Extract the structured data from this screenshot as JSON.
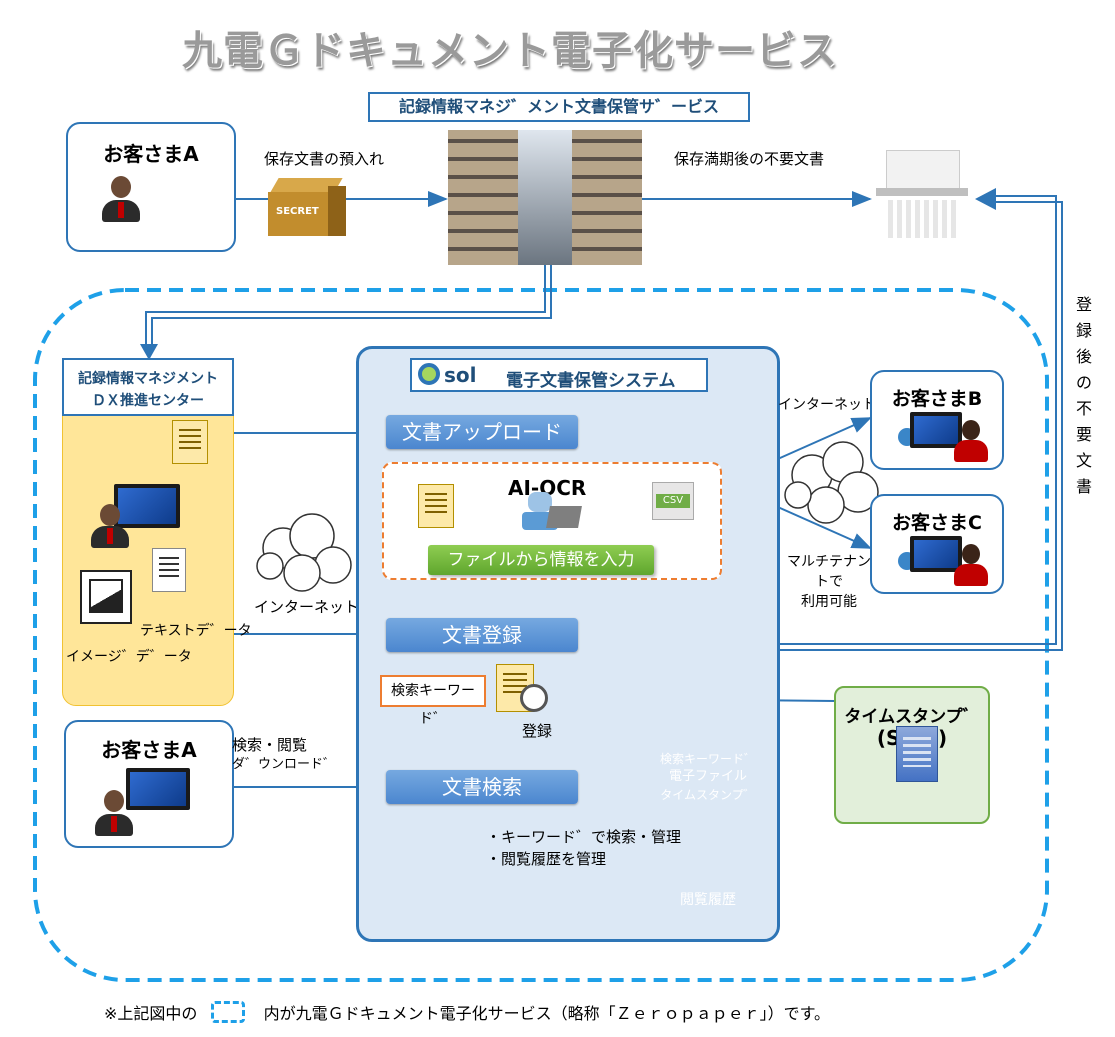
{
  "title": "九電Ｇドキュメント電子化サービス",
  "storage_service_label": "記録情報マネジ゛メント文書保管サ゛ービス",
  "customer_a_top": "お客さまA",
  "deposit_label": "保存文書の預入れ",
  "secret_label": "SECRET",
  "disposal_label": "保存満期後の不要文書",
  "vertical_label": [
    "登",
    "録",
    "後",
    "の",
    "不",
    "要",
    "文",
    "書"
  ],
  "dx_center": {
    "line1": "記録情報マネジメント",
    "line2": "ＤＸ推進センター"
  },
  "text_data_label": "テキストデ゛ータ",
  "image_data_label": "イメージ゛デ゛ータ",
  "internet_left": "インターネット",
  "system": {
    "logo": "sol",
    "title": "電子文書保管システム"
  },
  "upload_button": "文書アップロード",
  "ai_ocr_label": "AI-OCR",
  "csv_label": "CSV",
  "ocr_input_label": "ファイルから情報を入力",
  "register_button": "文書登録",
  "keyword_label": "検索キーワード゛",
  "register_label": "登録",
  "db1_lines": [
    "検索キーワード゛",
    "電子ファイル",
    "タイムスタンプ゛"
  ],
  "search_button": "文書検索",
  "search_features": [
    "・キーワード゛で検索・管理",
    "・閲覧履歴を管理"
  ],
  "db2_label": "閲覧履歴",
  "customer_a_bottom": "お客さまA",
  "search_view_label": [
    "検索・閲覧",
    "ダ゛ウンロード゛"
  ],
  "internet_right": "インターネット",
  "customer_b": "お客さまB",
  "customer_c": "お客さまC",
  "multitenant_label": [
    "マルチテナントで",
    "利用可能"
  ],
  "timestamp_authority": [
    "タイムスタンプ゛局",
    "(SE  O)"
  ],
  "footer": {
    "before": "※上記図中の",
    "after": "内が九電Ｇドキュメント電子化サービス（略称「Ｚｅｒｏｐａｐｅｒ」）です。"
  }
}
